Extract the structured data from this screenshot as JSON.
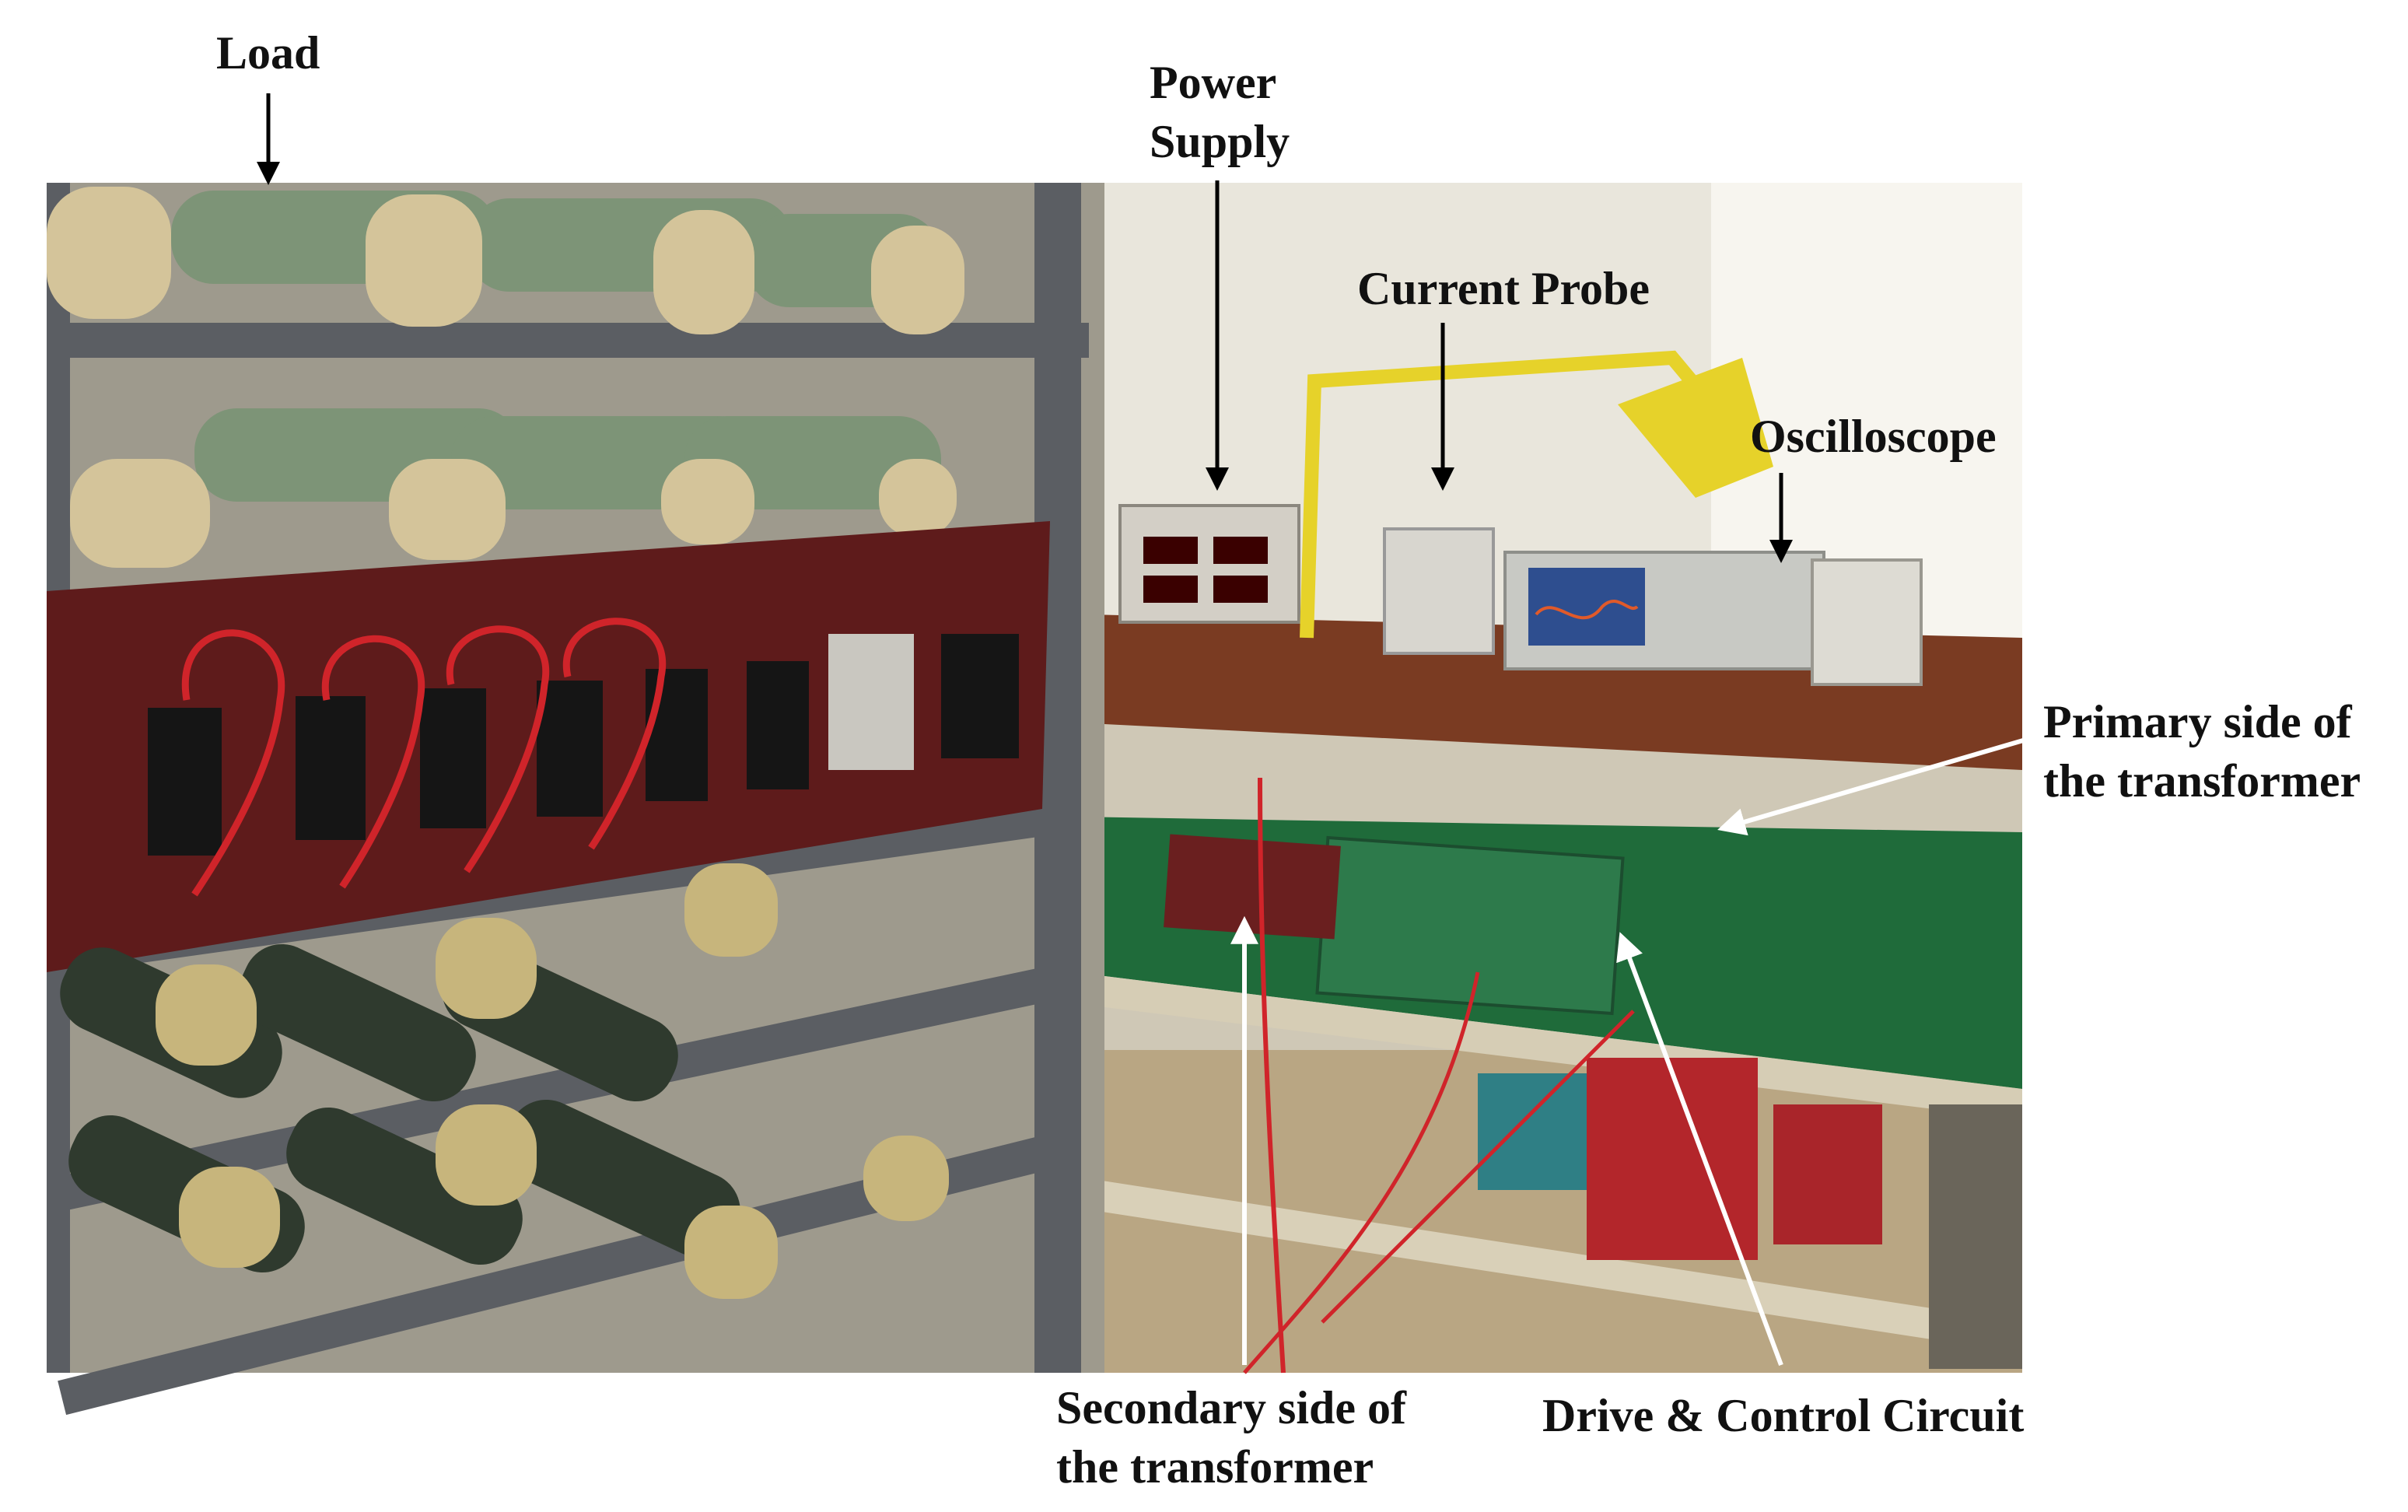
{
  "labels": {
    "load": "Load",
    "power_supply": [
      "Power",
      "Supply"
    ],
    "current_probe": "Current Probe",
    "oscilloscope": "Oscilloscope",
    "primary_side": [
      "Primary side of",
      "the transformer"
    ],
    "secondary_side": [
      "Secondary side of",
      "the transformer"
    ],
    "drive_control": "Drive & Control Circuit"
  },
  "colors": {
    "label_text": "#111111",
    "black_arrow": "#000000",
    "white_arrow": "#ffffff",
    "resistor_green": "#7d9477",
    "breaker_panel": "#5e1b1b",
    "bench_green": "#1f6b3a",
    "wire_red": "#d0242a",
    "lamp_yellow": "#e6d22a",
    "rack_gray": "#5b5e63",
    "wall": "#e9e6dc",
    "floor": "#b9a683"
  }
}
